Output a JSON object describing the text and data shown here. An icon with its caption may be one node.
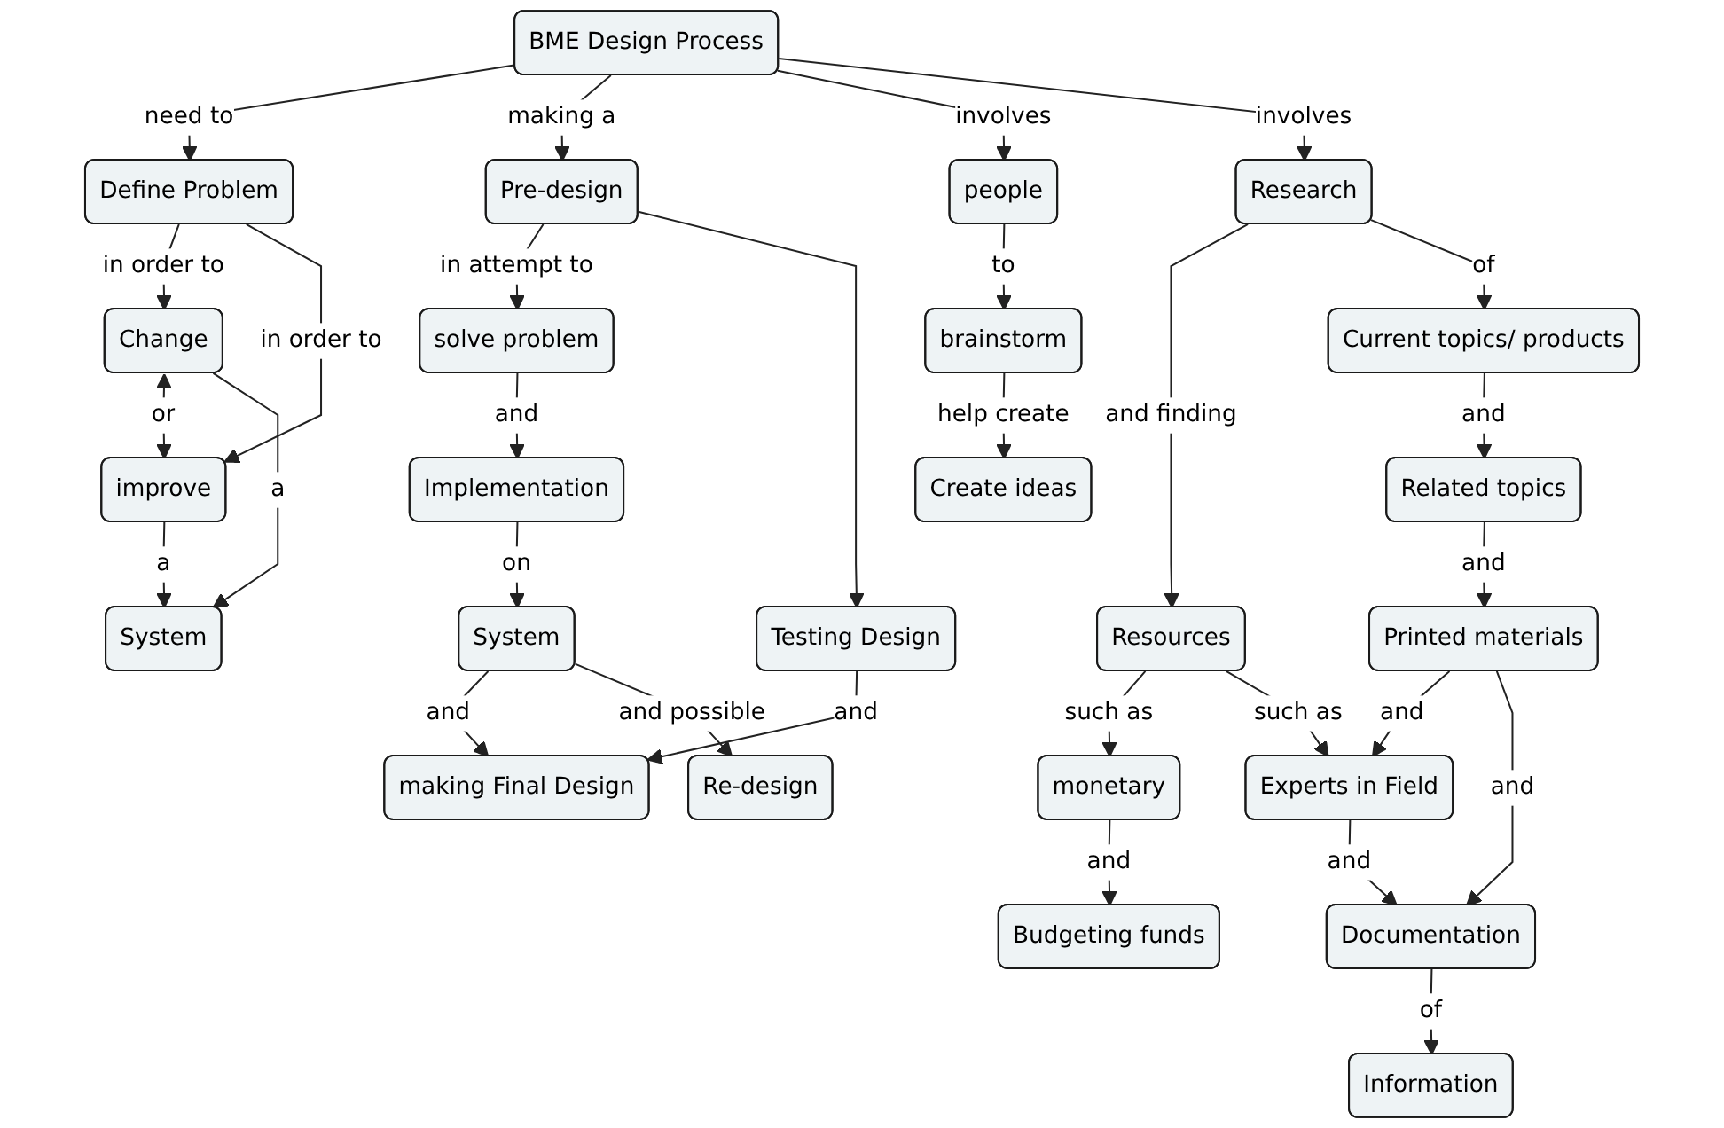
{
  "diagram": {
    "nodes": [
      {
        "text": [
          "BME Design Process"
        ]
      },
      {
        "text": [
          "Define Problem"
        ]
      },
      {
        "text": [
          "Research"
        ]
      },
      {
        "text": [
          "Pre-design"
        ]
      },
      {
        "text": [
          "Change"
        ]
      },
      {
        "text": [
          "improve"
        ]
      },
      {
        "text": [
          "people"
        ]
      },
      {
        "text": [
          "Resources"
        ]
      },
      {
        "text": [
          "Current topics/ products"
        ]
      },
      {
        "text": [
          "solve problem"
        ]
      },
      {
        "text": [
          "Related topics"
        ]
      },
      {
        "text": [
          "System"
        ]
      },
      {
        "text": [
          "brainstorm"
        ]
      },
      {
        "text": [
          "Testing Design"
        ]
      },
      {
        "text": [
          "monetary"
        ]
      },
      {
        "text": [
          "Printed materials"
        ]
      },
      {
        "text": [
          "Implementation"
        ]
      },
      {
        "text": [
          "Create ideas"
        ]
      },
      {
        "text": [
          "Budgeting funds"
        ]
      },
      {
        "text": [
          "Experts in Field"
        ]
      },
      {
        "text": [
          "System"
        ]
      },
      {
        "text": [
          "making Final Design"
        ]
      },
      {
        "text": [
          "Documentation"
        ]
      },
      {
        "text": [
          "Re-design"
        ]
      },
      {
        "text": [
          "Information"
        ]
      }
    ],
    "edges": [
      {
        "from": 0,
        "to": 1,
        "arrow": "to",
        "label": "need to"
      },
      {
        "from": 0,
        "to": 3,
        "arrow": "to",
        "label": "making a"
      },
      {
        "from": 0,
        "to": 6,
        "arrow": "to",
        "label": "involves"
      },
      {
        "from": 0,
        "to": 2,
        "arrow": "to",
        "label": "involves"
      },
      {
        "from": 1,
        "to": 4,
        "arrow": "to",
        "label": "in order to"
      },
      {
        "from": 1,
        "to": 5,
        "arrow": "to",
        "label": "in order to"
      },
      {
        "from": 4,
        "to": 5,
        "arrow": "both",
        "label": "or"
      },
      {
        "from": 4,
        "to": 11,
        "arrow": "to",
        "label": "a"
      },
      {
        "from": 5,
        "to": 11,
        "arrow": "to",
        "label": "a"
      },
      {
        "from": 3,
        "to": 9,
        "arrow": "to",
        "label": "in attempt to"
      },
      {
        "from": 3,
        "to": 13,
        "arrow": "to"
      },
      {
        "from": 6,
        "to": 12,
        "arrow": "to",
        "label": "to"
      },
      {
        "from": 12,
        "to": 17,
        "arrow": "to",
        "label": "help create"
      },
      {
        "from": 2,
        "to": 7,
        "arrow": "to",
        "label": "and finding"
      },
      {
        "from": 2,
        "to": 8,
        "arrow": "to",
        "label": "of"
      },
      {
        "from": 7,
        "to": 14,
        "arrow": "to",
        "label": "such as"
      },
      {
        "from": 7,
        "to": 19,
        "arrow": "to",
        "label": "such as"
      },
      {
        "from": 8,
        "to": 10,
        "arrow": "to",
        "label": "and"
      },
      {
        "from": 10,
        "to": 15,
        "arrow": "to",
        "label": "and"
      },
      {
        "from": 14,
        "to": 18,
        "arrow": "to",
        "label": "and"
      },
      {
        "from": 9,
        "to": 16,
        "arrow": "to",
        "label": "and"
      },
      {
        "from": 16,
        "to": 20,
        "arrow": "to",
        "label": "on"
      },
      {
        "from": 13,
        "to": 21,
        "arrow": "to",
        "label": "and"
      },
      {
        "from": 20,
        "to": 21,
        "arrow": "to",
        "label": "and"
      },
      {
        "from": 20,
        "to": 23,
        "arrow": "to",
        "label": "and possible"
      },
      {
        "from": 15,
        "to": 19,
        "arrow": "to",
        "label": "and"
      },
      {
        "from": 15,
        "to": 22,
        "arrow": "to",
        "label": "and"
      },
      {
        "from": 19,
        "to": 22,
        "arrow": "to",
        "label": "and"
      },
      {
        "from": 22,
        "to": 24,
        "arrow": "to",
        "label": "of"
      }
    ]
  }
}
